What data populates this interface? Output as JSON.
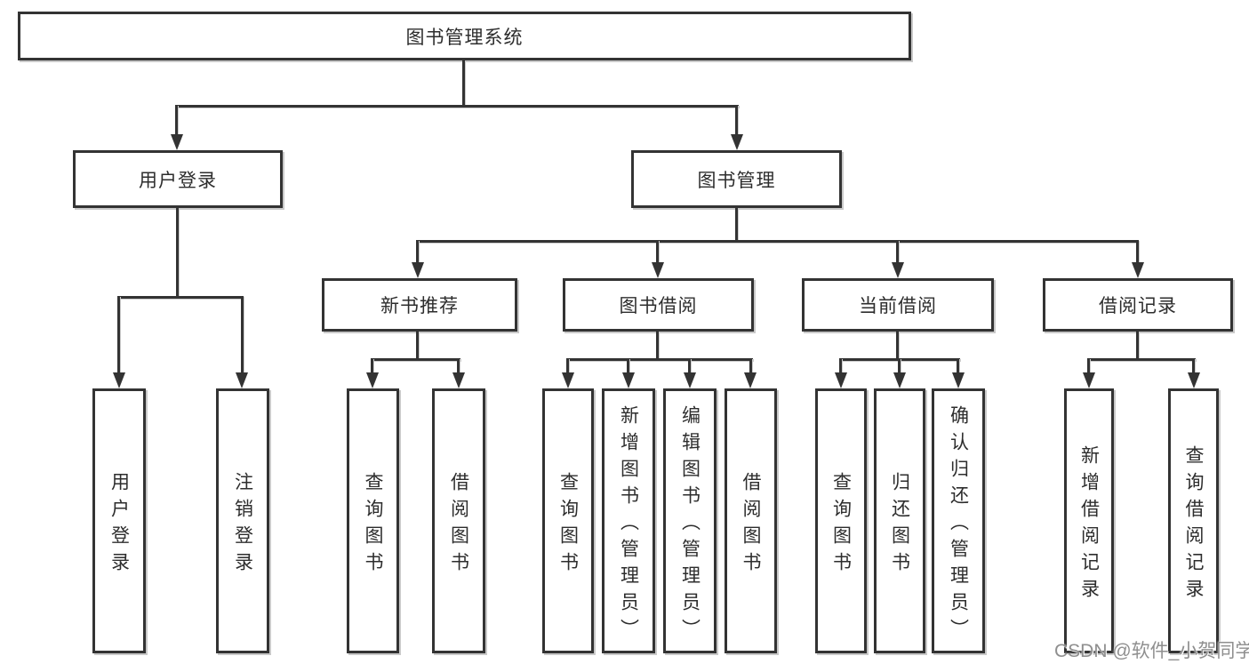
{
  "colors": {
    "line": "#333333",
    "box_fill": "#ffffff",
    "text": "#2d2d2d",
    "watermark": "#8f8f8f"
  },
  "nodes": {
    "root": "图书管理系统",
    "user_login": "用户登录",
    "book_mgmt": "图书管理",
    "new_book_rec": "新书推荐",
    "book_borrow": "图书借阅",
    "current_borrow": "当前借阅",
    "borrow_record": "借阅记录",
    "leaf_user_login": "用户登录",
    "leaf_logout": "注销登录",
    "leaf_nb_query": "查询图书",
    "leaf_nb_borrow": "借阅图书",
    "leaf_bb_query": "查询图书",
    "leaf_bb_add": "新增图书（管理员）",
    "leaf_bb_edit": "编辑图书（管理员）",
    "leaf_bb_borrow": "借阅图书",
    "leaf_cb_query": "查询图书",
    "leaf_cb_return": "归还图书",
    "leaf_cb_confirm": "确认归还（管理员）",
    "leaf_br_add": "新增借阅记录",
    "leaf_br_query": "查询借阅记录"
  },
  "watermark": "CSDN @软件_小贺同学"
}
